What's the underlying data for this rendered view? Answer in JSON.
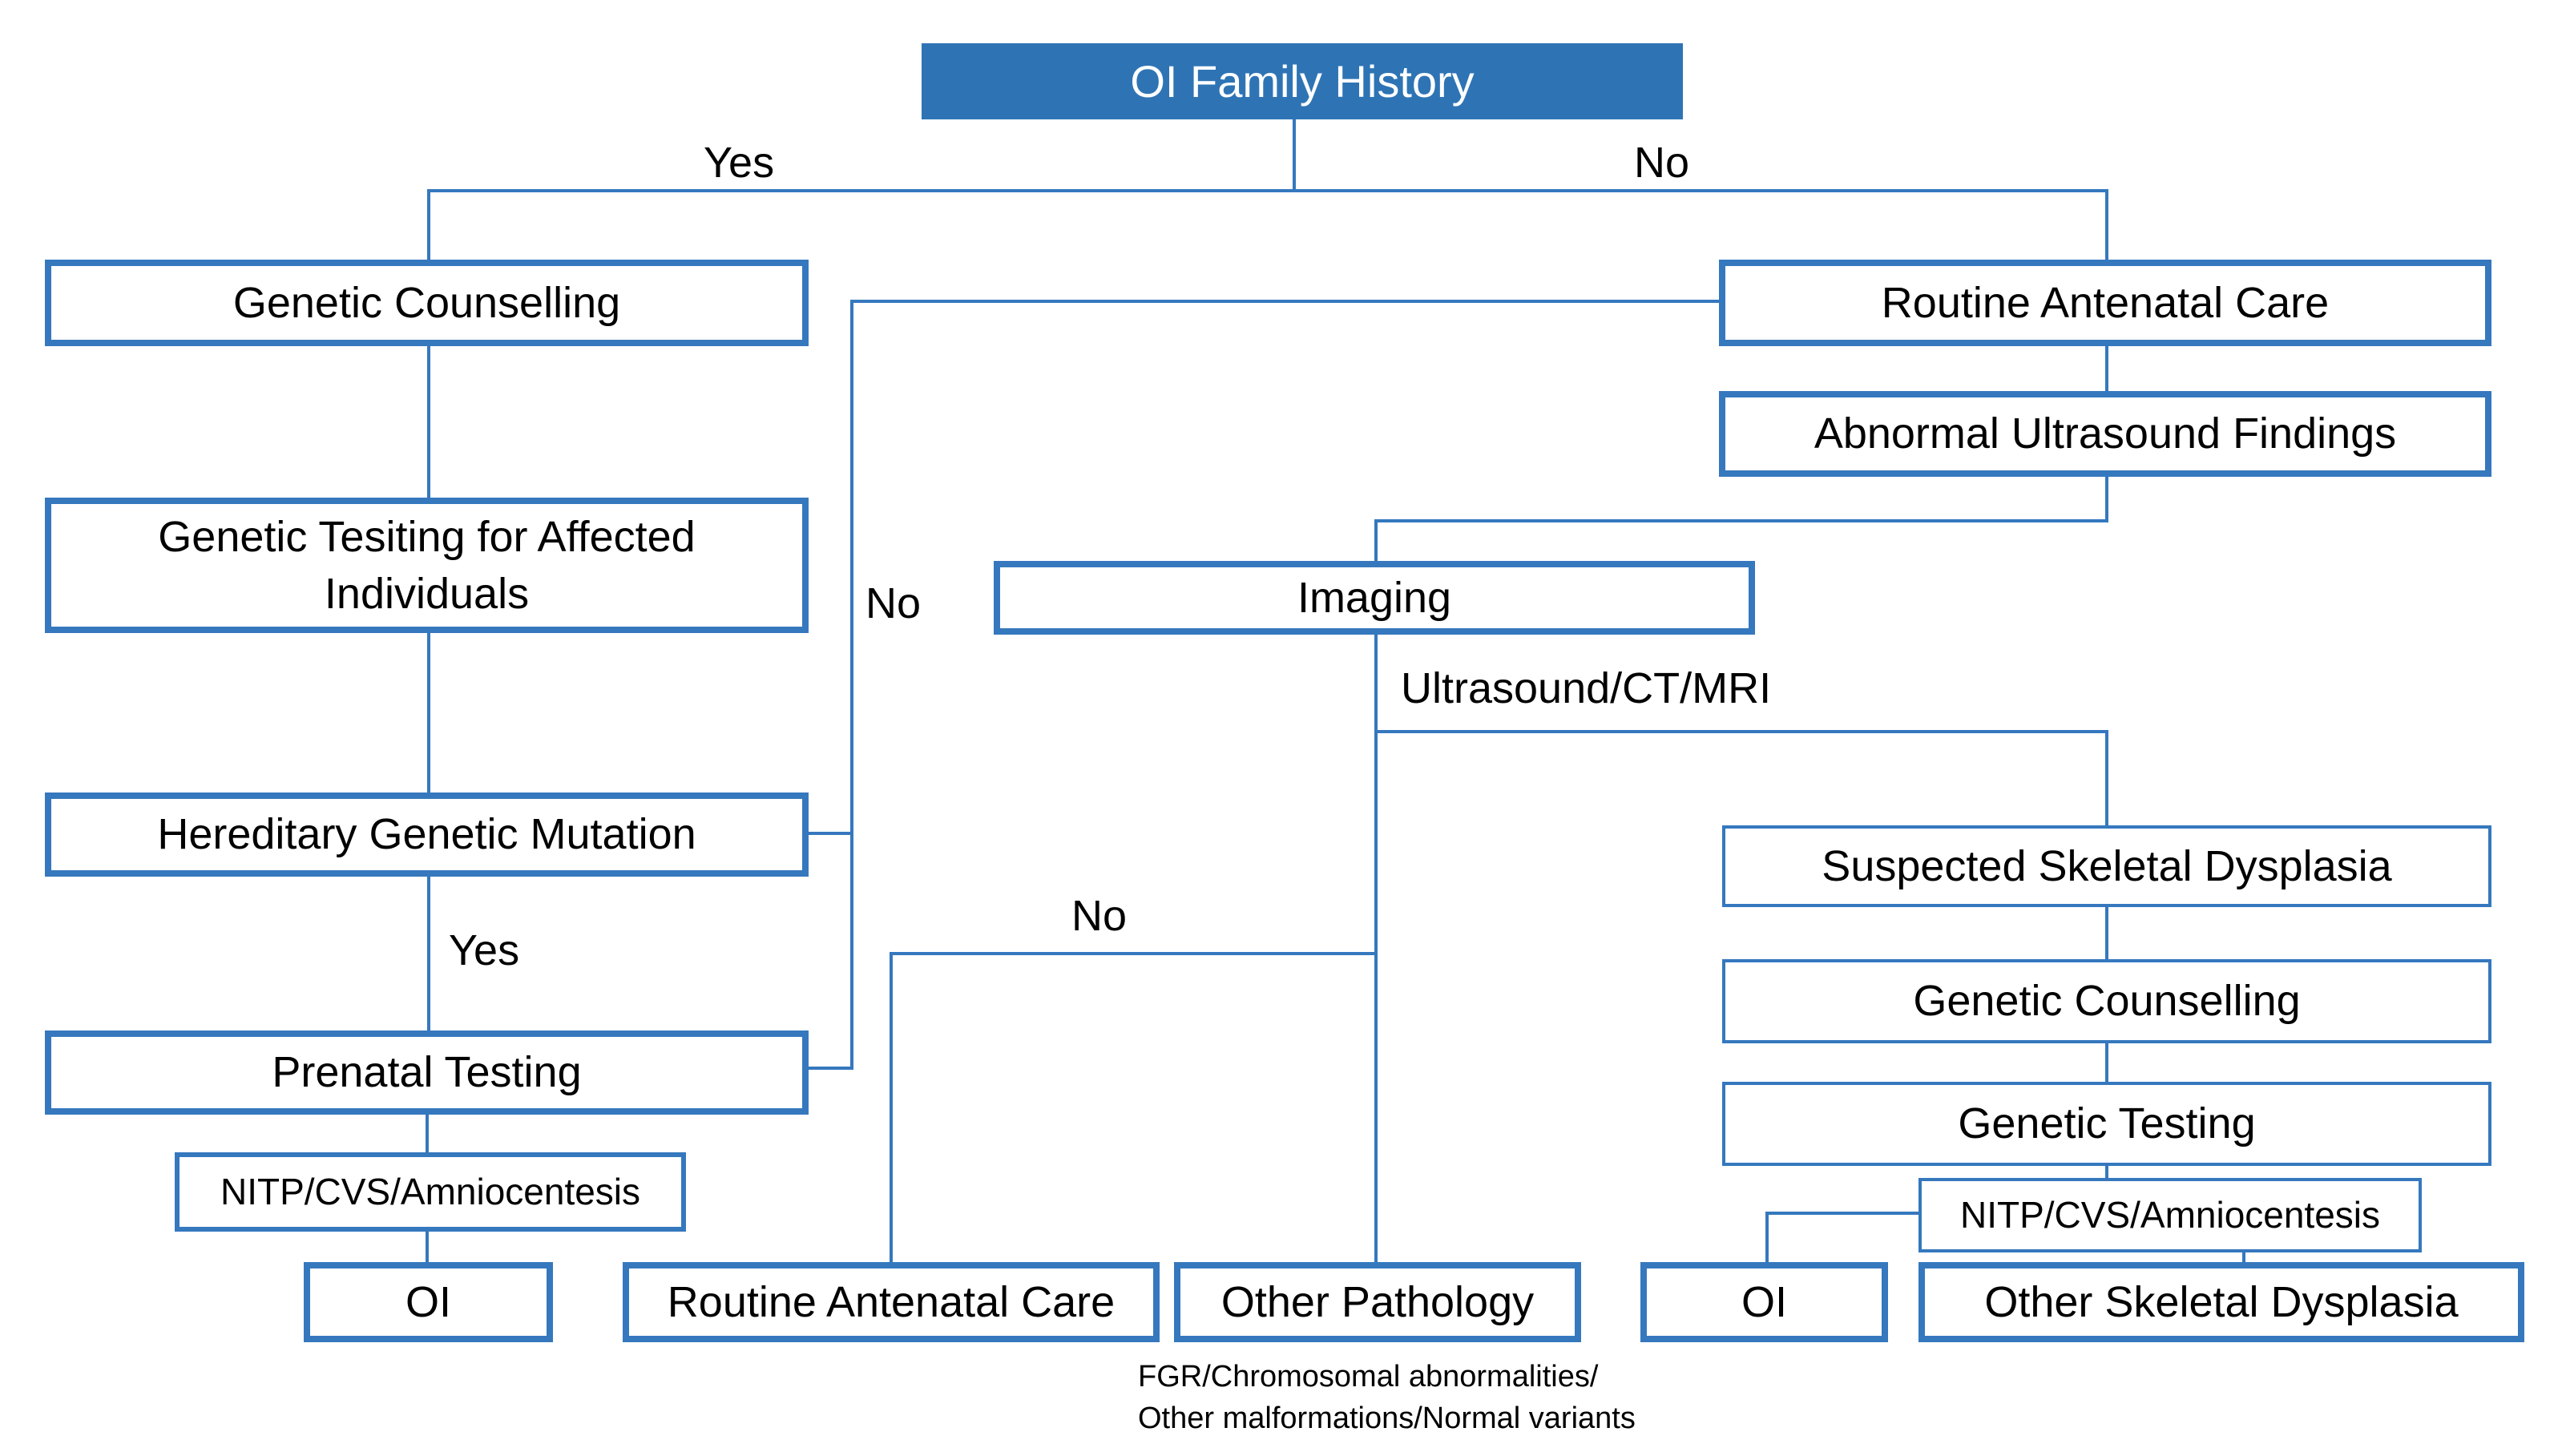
{
  "diagram": {
    "title": "OI Family History",
    "nodes": {
      "genetic_counselling_left": "Genetic Counselling",
      "genetic_testing_affected": "Genetic Tesiting for Affected Individuals",
      "hereditary_genetic_mutation": "Hereditary Genetic Mutation",
      "prenatal_testing": "Prenatal Testing",
      "nitp_left": "NITP/CVS/Amniocentesis",
      "oi_left": "OI",
      "routine_antenatal_care_bottom": "Routine Antenatal Care",
      "other_pathology": "Other Pathology",
      "routine_antenatal_care_top": "Routine Antenatal Care",
      "abnormal_ultrasound_findings": "Abnormal Ultrasound Findings",
      "imaging": "Imaging",
      "suspected_skeletal_dysplasia": "Suspected Skeletal Dysplasia",
      "genetic_counselling_right": "Genetic Counselling",
      "genetic_testing_right": "Genetic Testing",
      "nitp_right": "NITP/CVS/Amniocentesis",
      "oi_right": "OI",
      "other_skeletal_dysplasia": "Other Skeletal Dysplasia"
    },
    "labels": {
      "yes_top": "Yes",
      "no_top": "No",
      "no_feedback": "No",
      "yes_left": "Yes",
      "no_center": "No",
      "imaging_modalities": "Ultrasound/CT/MRI",
      "other_pathology_note_line1": "FGR/Chromosomal abnormalities/",
      "other_pathology_note_line2": "Other malformations/Normal variants"
    },
    "colors": {
      "accent_blue": "#2E74B5",
      "line_blue": "#3578BE",
      "node_text": "#000000",
      "title_text": "#FFFFFF"
    }
  }
}
